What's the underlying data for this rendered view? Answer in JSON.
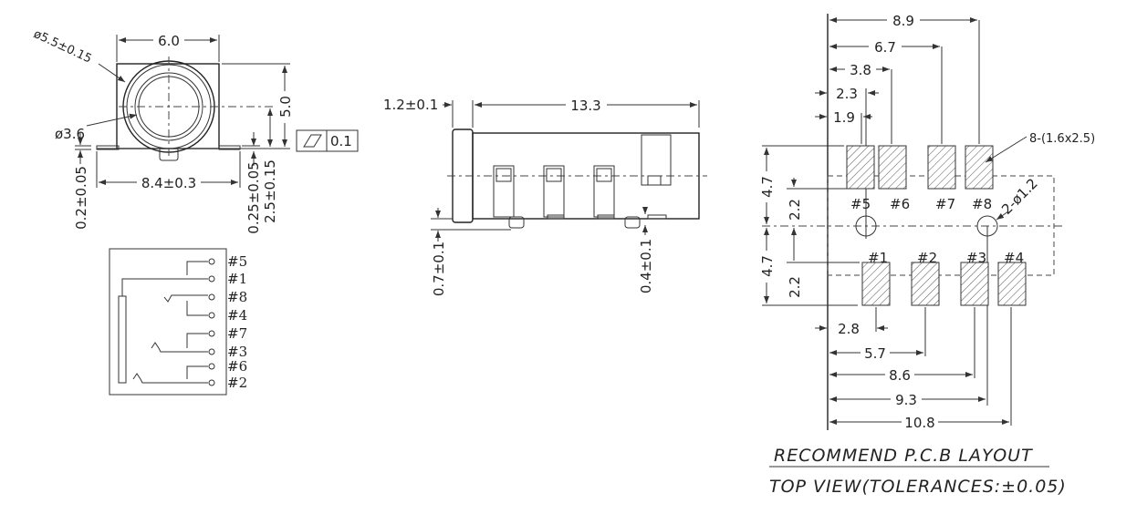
{
  "front_view": {
    "dim_width": "6.0",
    "dim_height": "5.0",
    "dim_outer_dia": "ø5.5±0.15",
    "dim_inner_dia": "ø3.6",
    "dim_foot_width": "8.4±0.3",
    "dim_foot_thk": "0.2±0.05",
    "dim_flange_thk": "0.25±0.05",
    "dim_center_height": "2.5±0.15",
    "flatness_tolerance": "0.1"
  },
  "schematic": {
    "pins": [
      "#5",
      "#1",
      "#8",
      "#4",
      "#7",
      "#3",
      "#6",
      "#2"
    ]
  },
  "side_view": {
    "dim_length": "13.3",
    "dim_flange": "1.2±0.1",
    "dim_left_standoff": "0.7±0.1",
    "dim_right_standoff": "0.4±0.1"
  },
  "pcb_layout": {
    "top_dims": [
      "8.9",
      "6.7",
      "3.8",
      "2.3",
      "1.9"
    ],
    "bottom_dims": [
      "2.8",
      "5.7",
      "8.6",
      "9.3",
      "10.8"
    ],
    "left_dims": [
      "4.7",
      "2.2",
      "4.7",
      "2.2"
    ],
    "top_pads": [
      "#5",
      "#6",
      "#7",
      "#8"
    ],
    "bottom_pads": [
      "#1",
      "#2",
      "#3",
      "#4"
    ],
    "pad_note": "8-(1.6x2.5)",
    "hole_note": "2-ø1.2",
    "title_line1": "RECOMMEND P.C.B LAYOUT",
    "title_line2": "TOP VIEW(TOLERANCES:±0.05)"
  }
}
